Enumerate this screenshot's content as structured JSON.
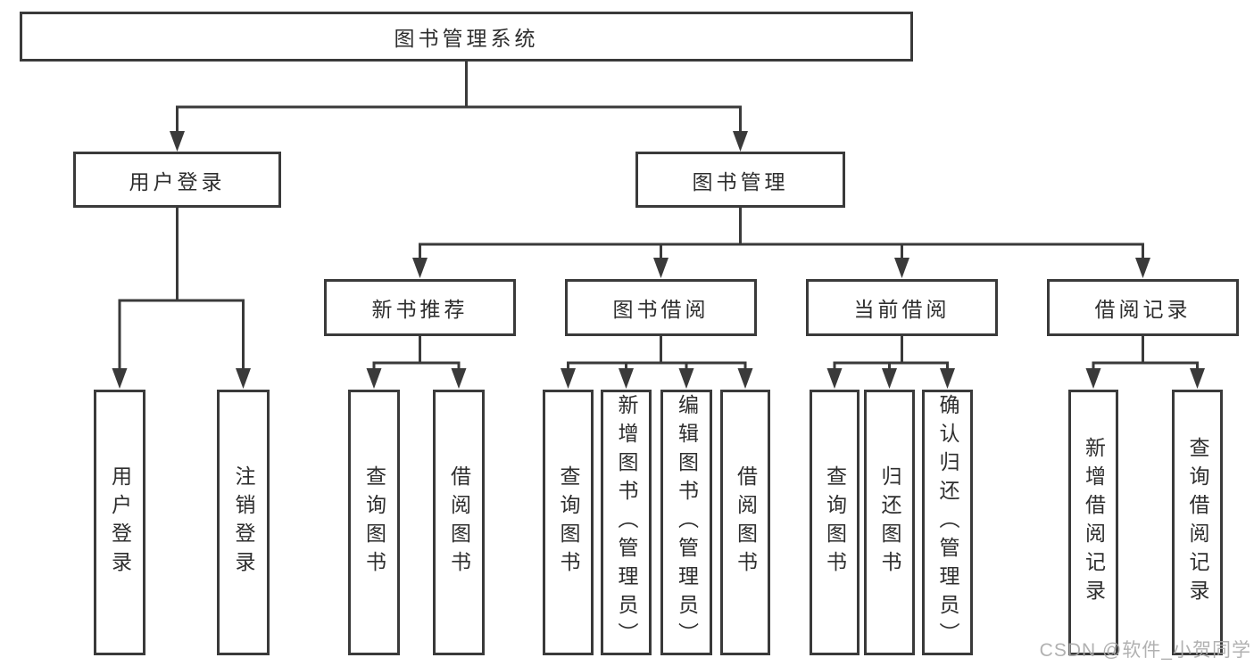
{
  "nodes": {
    "root": {
      "label": "图书管理系统"
    },
    "level2": [
      {
        "label": "用户登录"
      },
      {
        "label": "图书管理"
      }
    ],
    "level3": [
      {
        "label": "新书推荐"
      },
      {
        "label": "图书借阅"
      },
      {
        "label": "当前借阅"
      },
      {
        "label": "借阅记录"
      }
    ],
    "leaves": [
      {
        "label": "用户登录"
      },
      {
        "label": "注销登录"
      },
      {
        "label": "查询图书"
      },
      {
        "label": "借阅图书"
      },
      {
        "label": "查询图书"
      },
      {
        "label": "新增图书（管理员）"
      },
      {
        "label": "编辑图书（管理员）"
      },
      {
        "label": "借阅图书"
      },
      {
        "label": "查询图书"
      },
      {
        "label": "归还图书"
      },
      {
        "label": "确认归还（管理员）"
      },
      {
        "label": "新增借阅记录"
      },
      {
        "label": "查询借阅记录"
      }
    ]
  },
  "watermark": {
    "text": "CSDN @软件_小贺同学"
  },
  "colors": {
    "line": "#3a3a3a",
    "text": "#2e2e2e",
    "watermark": "#aaaaaa",
    "background": "#ffffff"
  }
}
